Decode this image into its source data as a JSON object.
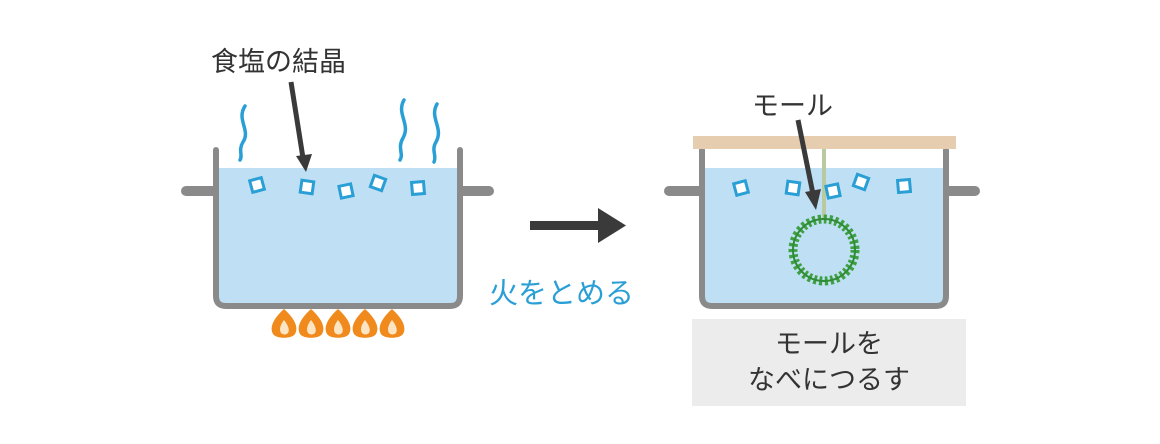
{
  "labels": {
    "salt_crystals": "食塩の結晶",
    "stop_heat": "火をとめる",
    "mole_label": "モール",
    "instruction_line1": "モールを",
    "instruction_line2": "なべにつるす"
  },
  "colors": {
    "water": "#bfe0f4",
    "pot": "#8a8a8a",
    "crystal": "#2a9fd6",
    "steam": "#2a9fd6",
    "flame_outer": "#f08a1c",
    "flame_inner": "#fde5c4",
    "arrow": "#3a3a3a",
    "stick": "#e6cdb0",
    "thread": "#b9c9a0",
    "mole": "#3ea043",
    "instruction_bg": "#ececec"
  },
  "icons": [
    "steam-icon",
    "flame-icon",
    "crystal-icon",
    "arrow-icon",
    "pipe-cleaner-icon"
  ]
}
